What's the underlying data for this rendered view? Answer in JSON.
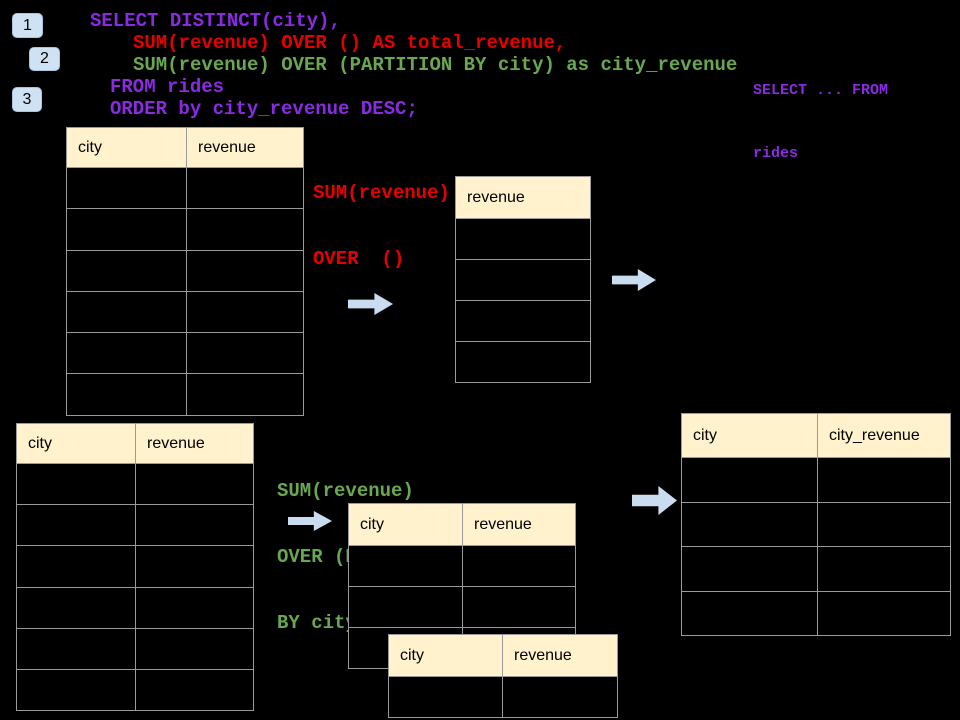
{
  "colors": {
    "background": "#000000",
    "purple": "#8A2BE2",
    "red": "#E60000",
    "green": "#6AA84F",
    "header_fill": "#FFF2CC",
    "header_text": "#000000",
    "table_border": "#9A9A9A",
    "arrow_fill": "#C9DCF0",
    "badge_fill": "#CFE2F3"
  },
  "badges": {
    "b1": "1",
    "b2": "2",
    "b3": "3"
  },
  "sql": {
    "line1": "SELECT DISTINCT(city),",
    "line2": "SUM(revenue) OVER () AS total_revenue,",
    "line3": "SUM(revenue) OVER (PARTITION BY city) as city_revenue",
    "line4": "FROM rides",
    "line5": "ORDER by city_revenue DESC;"
  },
  "side_note": {
    "line1": "SELECT ... FROM",
    "line2": "rides"
  },
  "annotation_total": {
    "line1": "SUM(revenue)",
    "line2": "OVER  ()"
  },
  "annotation_partition": {
    "line1": "SUM(revenue)",
    "line2": "OVER (PARTITION",
    "line3": "BY city)"
  },
  "tables": {
    "source_top": {
      "headers": [
        "city",
        "revenue"
      ],
      "rows": 6
    },
    "source_bottom": {
      "headers": [
        "city",
        "revenue"
      ],
      "rows": 6
    },
    "revenue_only": {
      "headers": [
        "revenue"
      ],
      "rows": 4
    },
    "partition_mid": {
      "headers": [
        "city",
        "revenue"
      ],
      "rows": 3
    },
    "partition_overlay": {
      "headers": [
        "city",
        "revenue"
      ],
      "rows": 1
    },
    "city_revenue": {
      "headers": [
        "city",
        "city_revenue"
      ],
      "rows": 4
    }
  }
}
